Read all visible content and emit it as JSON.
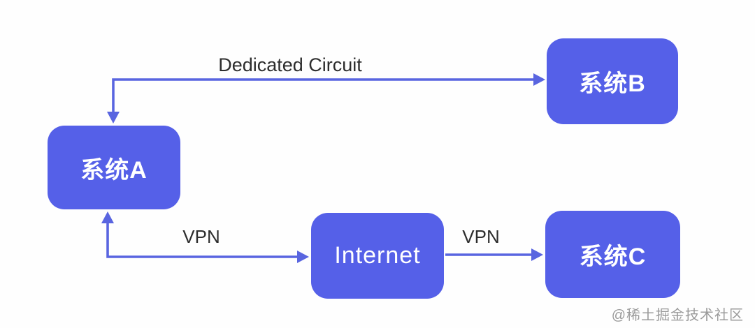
{
  "diagram": {
    "title_context": "network-connectivity-diagram",
    "nodes": {
      "system_a": {
        "label": "系统A"
      },
      "system_b": {
        "label": "系统B"
      },
      "internet": {
        "label": "Internet"
      },
      "system_c": {
        "label": "系统C"
      }
    },
    "edges": {
      "dedicated_circuit": {
        "label": "Dedicated Circuit",
        "from": "系统A",
        "to": "系统B",
        "bidirectional_heads": true
      },
      "vpn_a_internet": {
        "label": "VPN",
        "from": "系统A",
        "to": "Internet",
        "bidirectional_heads": true
      },
      "vpn_internet_c": {
        "label": "VPN",
        "from": "Internet",
        "to": "系统C",
        "bidirectional_heads": false
      }
    },
    "watermark": "@稀土掘金技术社区",
    "colors": {
      "node_fill": "#5560e8",
      "node_text": "#ffffff",
      "arrow": "#5965e0",
      "edge_label_text": "#2d2d2d",
      "watermark_text": "#9a9a9a",
      "background": "#fefefe"
    }
  }
}
